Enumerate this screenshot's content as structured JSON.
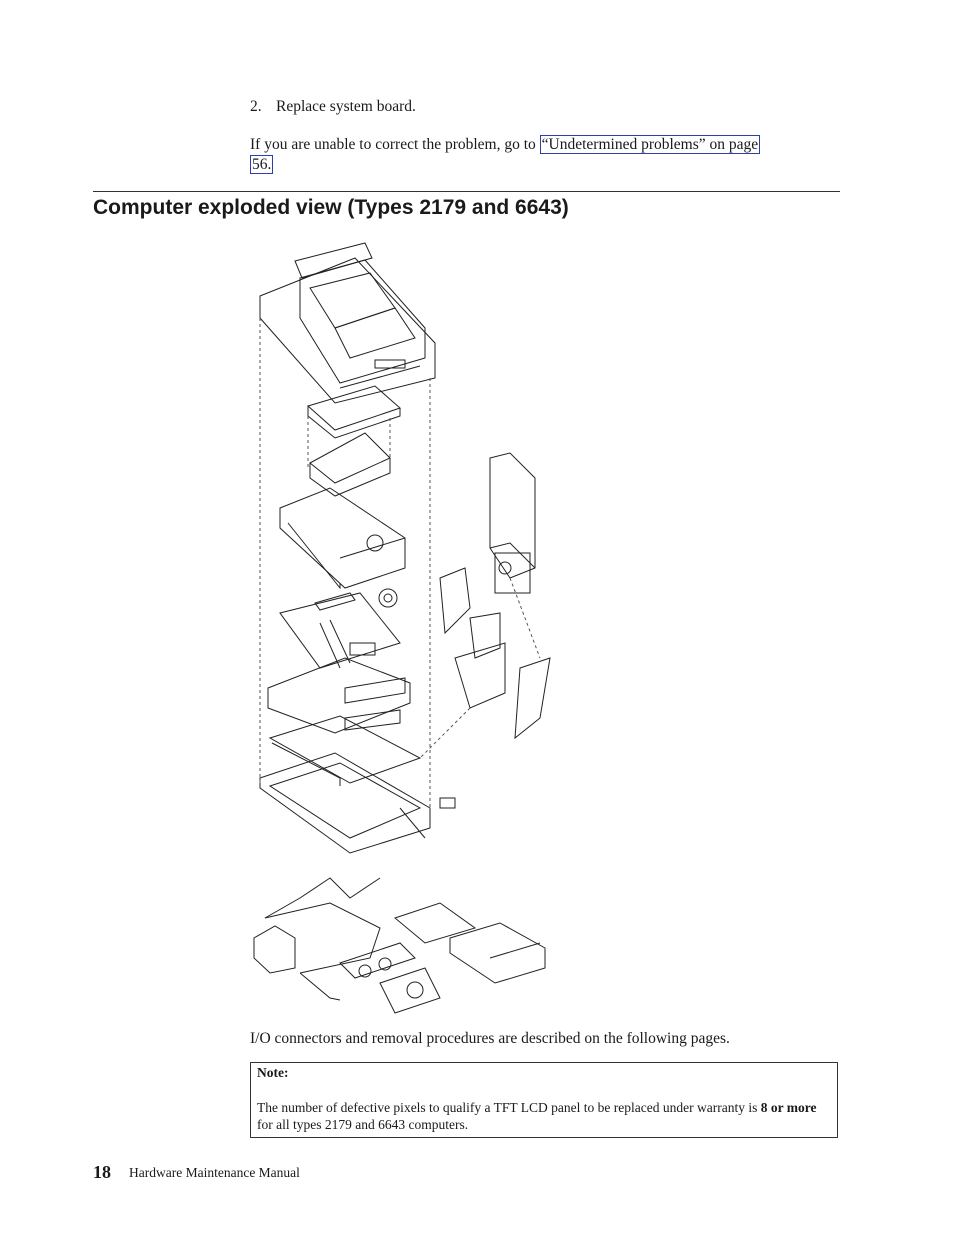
{
  "step": {
    "number": "2.",
    "text": "Replace system board."
  },
  "intro": {
    "prefix": "If you are unable to correct the problem, go to ",
    "link_line1": "“Undetermined problems” on page",
    "link_line2": "56."
  },
  "section_title": "Computer exploded view (Types 2179 and 6643)",
  "after_figure": "I/O connectors and removal procedures are described on the following pages.",
  "note": {
    "label": "Note:",
    "text_before": "The number of defective pixels to qualify a TFT LCD panel to be replaced under warranty is ",
    "text_bold": "8 or more",
    "text_after": " for all types 2179 and 6643 computers."
  },
  "footer": {
    "page_number": "18",
    "manual_title": "Hardware Maintenance Manual"
  }
}
